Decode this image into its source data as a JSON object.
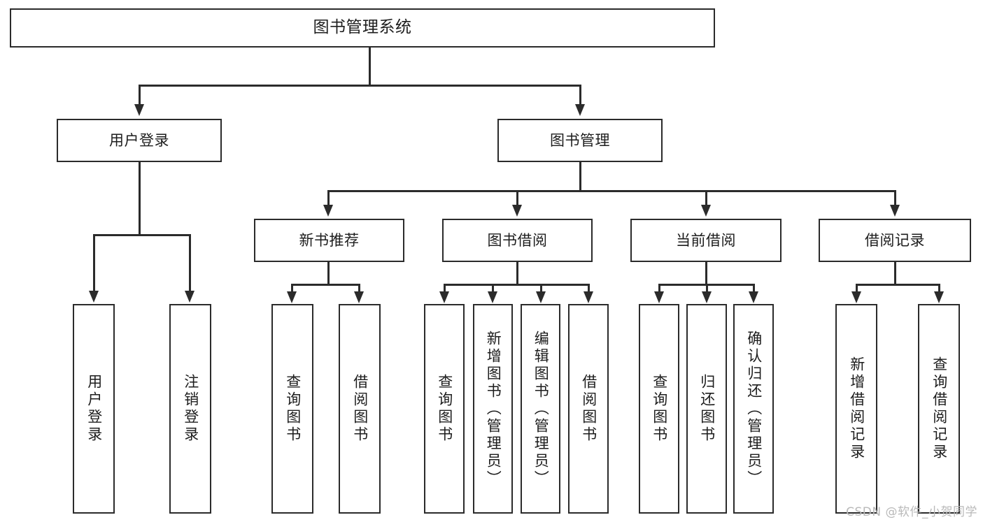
{
  "diagram": {
    "title": "图书管理系统",
    "type": "tree",
    "watermark": "CSDN @软件_小贺同学",
    "colors": {
      "stroke": "#2b2b2b",
      "fill": "#ffffff",
      "text": "#1d1d1d",
      "watermark": "#b9b9b9"
    },
    "root": {
      "label": "图书管理系统"
    },
    "level2": [
      {
        "label": "用户登录"
      },
      {
        "label": "图书管理"
      }
    ],
    "level3": [
      {
        "label": "新书推荐"
      },
      {
        "label": "图书借阅"
      },
      {
        "label": "当前借阅"
      },
      {
        "label": "借阅记录"
      }
    ],
    "leaves_user_login": [
      {
        "label": "用户登录"
      },
      {
        "label": "注销登录"
      }
    ],
    "leaves_new_book": [
      {
        "label": "查询图书"
      },
      {
        "label": "借阅图书"
      }
    ],
    "leaves_borrow": [
      {
        "label": "查询图书"
      },
      {
        "label": "新增图书（管理员）"
      },
      {
        "label": "编辑图书（管理员）"
      },
      {
        "label": "借阅图书"
      }
    ],
    "leaves_current": [
      {
        "label": "查询图书"
      },
      {
        "label": "归还图书"
      },
      {
        "label": "确认归还（管理员）"
      }
    ],
    "leaves_records": [
      {
        "label": "新增借阅记录"
      },
      {
        "label": "查询借阅记录"
      }
    ]
  }
}
